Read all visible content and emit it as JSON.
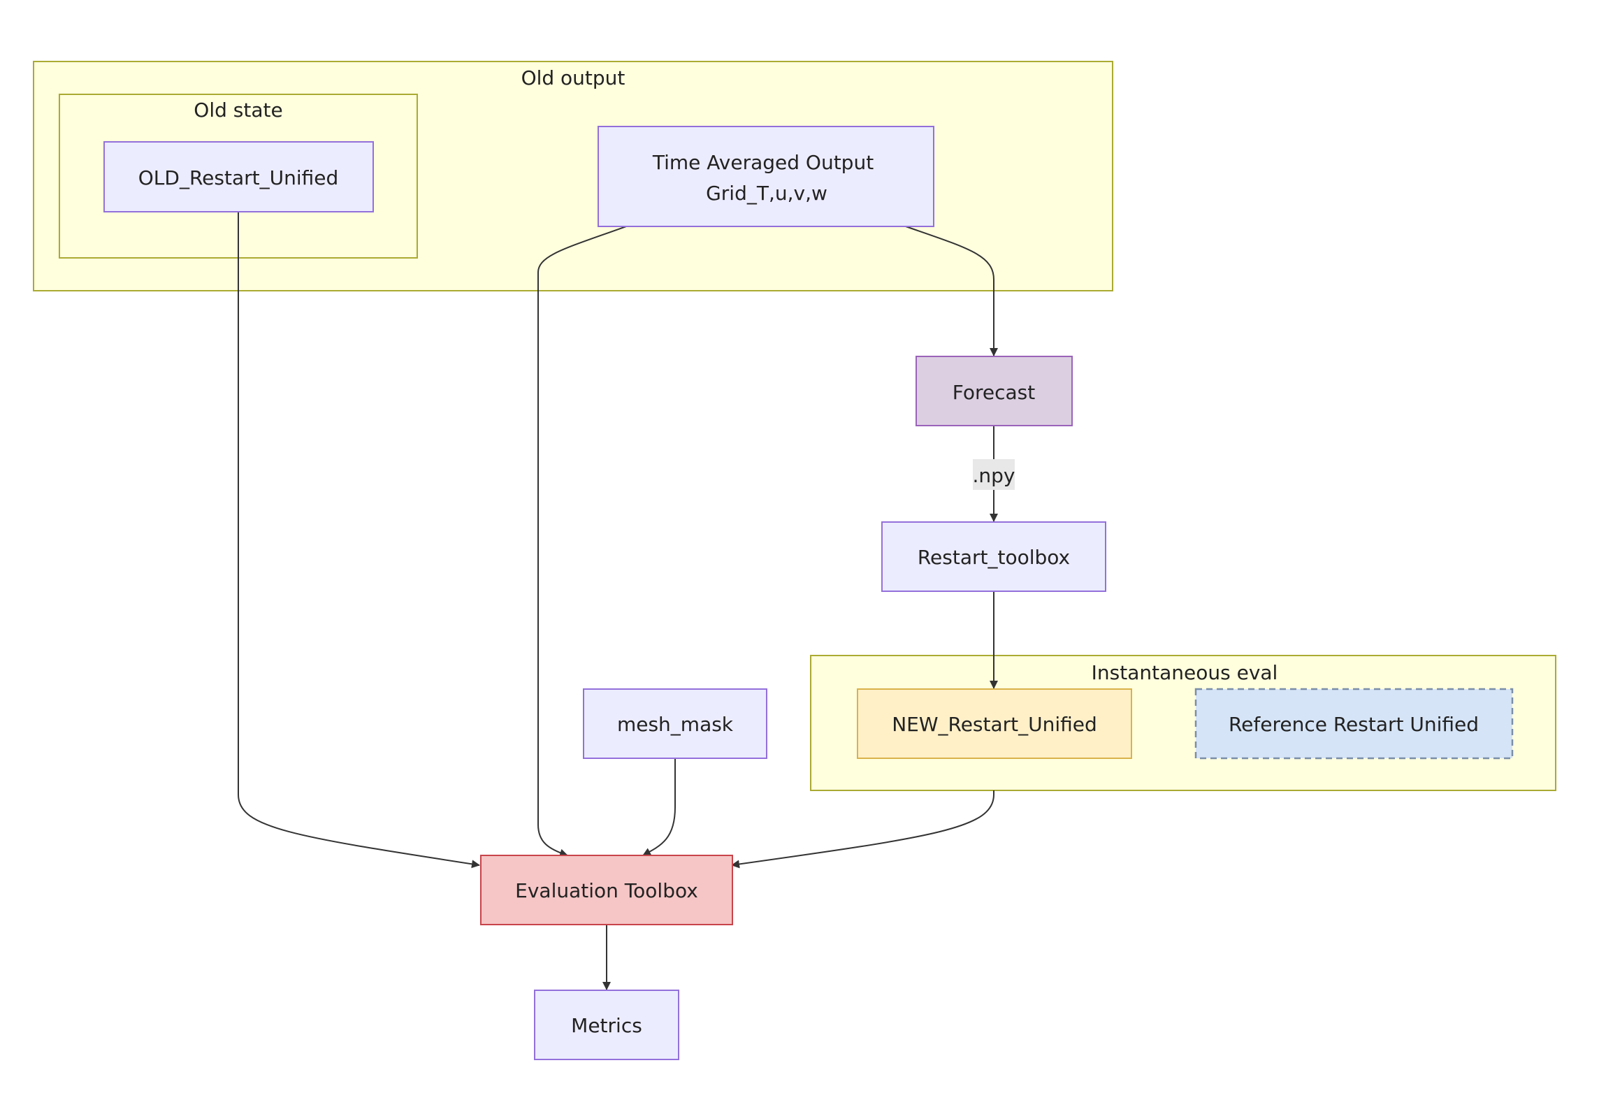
{
  "clusters": {
    "old_output": "Old output",
    "old_state": "Old state",
    "instantaneous_eval": "Instantaneous eval"
  },
  "nodes": {
    "old_restart": "OLD_Restart_Unified",
    "time_avg_line1": "Time Averaged Output",
    "time_avg_line2": "Grid_T,u,v,w",
    "forecast": "Forecast",
    "restart_toolbox": "Restart_toolbox",
    "new_restart": "NEW_Restart_Unified",
    "reference_restart": "Reference Restart Unified",
    "mesh_mask": "mesh_mask",
    "evaluation_toolbox": "Evaluation Toolbox",
    "metrics": "Metrics"
  },
  "edges": {
    "forecast_to_restart_label": ".npy"
  },
  "colors": {
    "cluster_fill": "#ffffde",
    "cluster_stroke": "#aaaa33",
    "node_fill": "#ececff",
    "node_stroke": "#9370db",
    "forecast_fill": "#dccfe2",
    "eval_fill": "#f6c6c6",
    "new_restart_fill": "#fff0c8",
    "reference_fill": "#d6e4f7"
  }
}
